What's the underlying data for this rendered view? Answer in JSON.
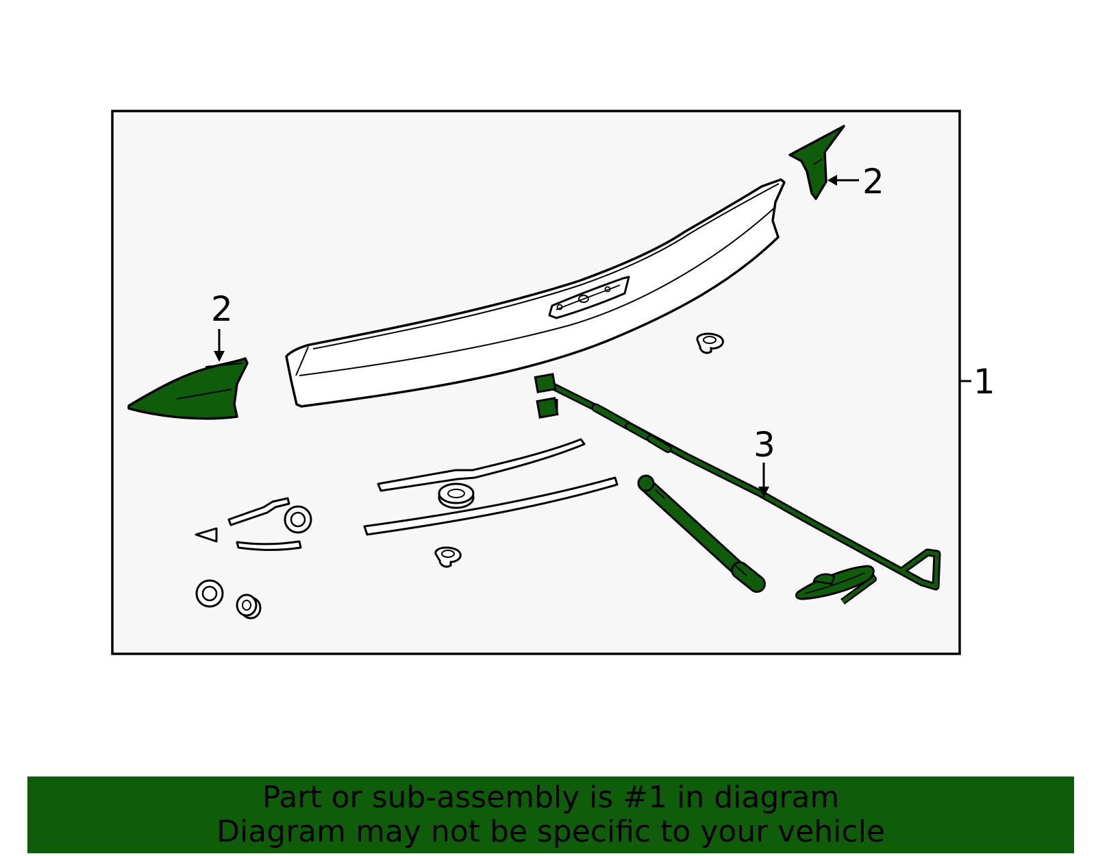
{
  "diagram": {
    "callouts": {
      "spoiler_assembly": "1",
      "end_cap_right": "2",
      "end_cap_left": "2",
      "wiring_harness": "3"
    }
  },
  "notice": {
    "line1": "Part or sub-assembly is #1 in diagram",
    "line2": "Diagram may not be specific to your vehicle"
  },
  "colors": {
    "highlight": "#0f5c0a",
    "panel_bg": "#f7f7f7",
    "outline": "#000000"
  }
}
